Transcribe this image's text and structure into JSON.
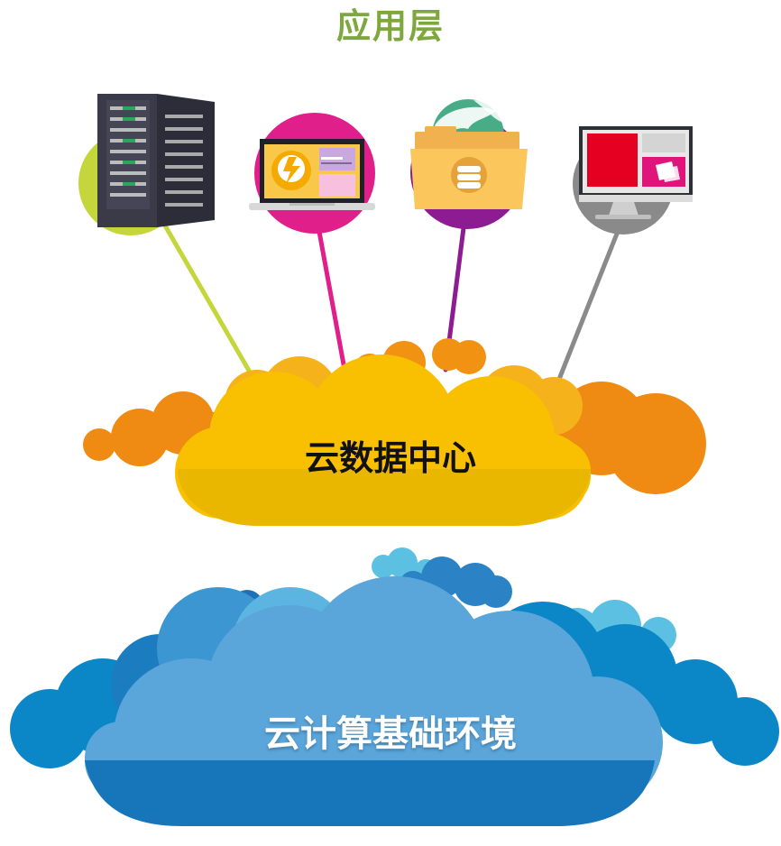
{
  "title": "应用层",
  "data_center_label": "云数据中心",
  "infrastructure_label": "云计算基础环境",
  "colors": {
    "title": "#7ea83e",
    "connector_green": "#c4d63b",
    "connector_pink": "#e01f8a",
    "connector_purple": "#8d1b92",
    "connector_gray": "#8a8a8a",
    "data_cloud_yellow": "#f8c000",
    "data_cloud_orange": "#ef8a13",
    "infra_cloud_blue": "#5aa5da",
    "infra_cloud_dark_blue": "#1676b9",
    "white": "#ffffff"
  },
  "icons": [
    "server-rack-icon",
    "laptop-lightbulb-icon",
    "globe-folder-database-icon",
    "desktop-monitor-icon"
  ]
}
